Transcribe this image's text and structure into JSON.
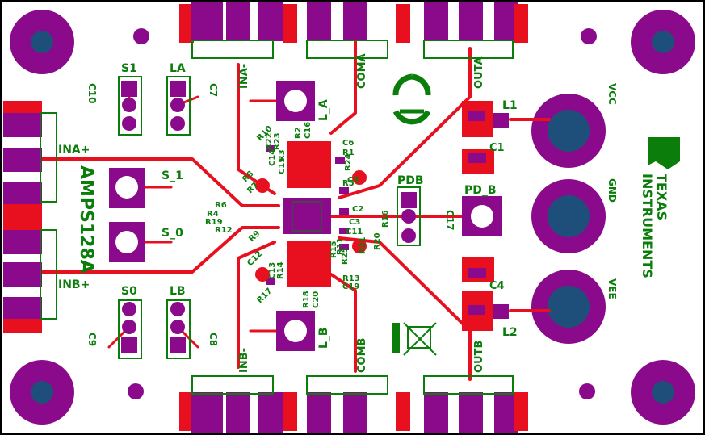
{
  "board": {
    "title_vertical": "AMPS128A",
    "brand_line1": "TEXAS",
    "brand_line2": "INSTRUMENTS"
  },
  "labels": {
    "ina_plus": "INA+",
    "inb_plus": "INB+",
    "ina_minus": "INA-",
    "inb_minus": "INB-",
    "coma": "COMA",
    "comb": "COMB",
    "outa": "OUTA",
    "outb": "OUTB",
    "vcc": "VCC",
    "gnd": "GND",
    "vee": "VEE",
    "s1": "S1",
    "la": "LA",
    "s0": "S0",
    "lb": "LB",
    "s_1": "S_1",
    "s_0": "S_0",
    "l_a": "L_A",
    "l_b": "L_B",
    "pdb": "PDB",
    "pd_b": "PD_B",
    "l1": "L1",
    "l2": "L2",
    "c1": "C1",
    "c4": "C4",
    "c7": "C7",
    "c8": "C8",
    "c9": "C9",
    "c10": "C10",
    "c17": "C17"
  },
  "refdes": [
    "R10",
    "R2",
    "C16",
    "C6",
    "R1",
    "R24",
    "R3",
    "R8",
    "R6",
    "R4",
    "R19",
    "R12",
    "C5",
    "R5",
    "C2",
    "C3",
    "C11",
    "R11",
    "R25",
    "R13",
    "C19",
    "R17",
    "R18",
    "C20",
    "R7",
    "R9",
    "R22",
    "R23",
    "C14",
    "C15",
    "C12",
    "C13",
    "R14",
    "R15",
    "R16",
    "R20",
    "R21"
  ],
  "colors": {
    "board": "#ffffff",
    "copper": "#e8101e",
    "pad": "#8b0a8b",
    "hole": "#1e4f7a",
    "silkscreen": "#0a7d0a",
    "drill": "#a0a0a0"
  }
}
